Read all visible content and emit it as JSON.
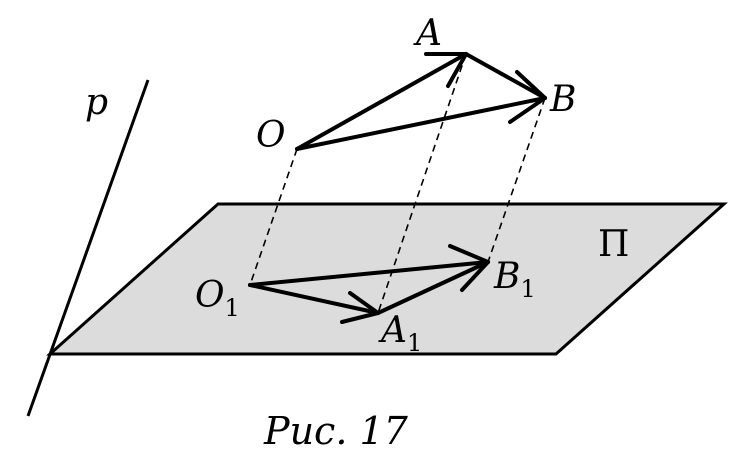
{
  "labels": {
    "line": "p",
    "O": "O",
    "A": "A",
    "B": "B",
    "O1_main": "O",
    "O1_sub": "1",
    "A1_main": "A",
    "A1_sub": "1",
    "B1_main": "B",
    "B1_sub": "1",
    "plane": "Π"
  },
  "caption": "Рис. 17",
  "colors": {
    "plane_fill": "#dcdcdc",
    "stroke": "#000000"
  }
}
